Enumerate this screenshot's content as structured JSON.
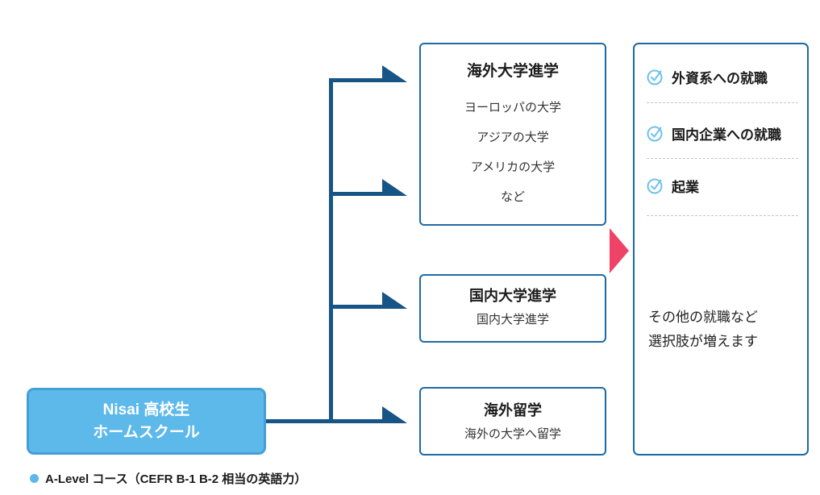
{
  "diagram": {
    "source_box": {
      "line1": "Nisai 高校生",
      "line2": "ホームスクール"
    },
    "paths": [
      {
        "title": "海外大学進学",
        "items": [
          "ヨーロッパの大学",
          "アジアの大学",
          "アメリカの大学",
          "など"
        ]
      },
      {
        "title": "国内大学進学",
        "subtitle": "国内大学進学"
      },
      {
        "title": "海外留学",
        "subtitle": "海外の大学へ留学"
      }
    ],
    "outcomes": {
      "items": [
        "外資系への就職",
        "国内企業への就職",
        "起業"
      ],
      "note_line1": "その他の就職など",
      "note_line2": "選択肢が増えます"
    },
    "footnote": "A-Level コース（CEFR B-1 B-2 相当の英語力）",
    "colors": {
      "connector_navy": "#175586",
      "box_border_blue": "#1f6aa6",
      "source_fill": "#5db9ea",
      "source_border": "#459fd6",
      "accent_pink": "#ee4266",
      "check_icon_blue": "#6ec2ea",
      "bullet_blue": "#5cb8e8",
      "divider_gray": "#c6c6c6"
    }
  }
}
